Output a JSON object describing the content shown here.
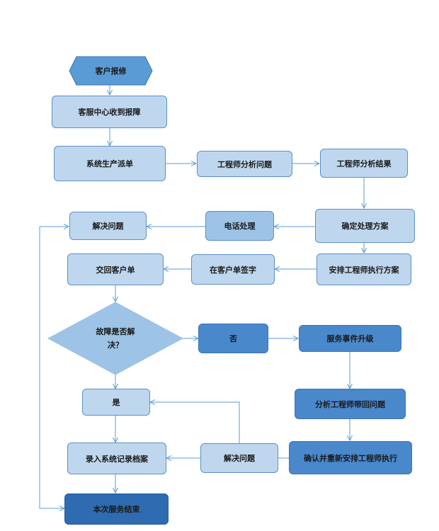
{
  "nodes": {
    "start": "客户报修",
    "service_center": "客服中心收到报障",
    "dispatch": "系统生产派单",
    "engineer_analyze": "工程师分析问题",
    "engineer_result": "工程师分析结果",
    "decide_plan": "确定处理方案",
    "phone": "电话处理",
    "solve_top": "解决问题",
    "arrange_engineer": "安排工程师执行方案",
    "sign": "在客户单签字",
    "return_form": "交回客户单",
    "decision_line1": "故障是否解",
    "decision_line2": "决？",
    "no": "否",
    "escalate": "服务事件升级",
    "yes": "是",
    "bring_back": "分析工程师带回问题",
    "solve_bottom": "解决问题",
    "reconfirm": "确认并重新安排工程师执行",
    "archive": "录入系统记录档案",
    "end": "本次服务结束"
  },
  "colors": {
    "light_fill": "#bfd7ee",
    "mid_fill": "#9dc3e6",
    "dark_fill": "#4a88cc",
    "navy_fill": "#2f6bb1",
    "connector": "#5b9bd5"
  }
}
